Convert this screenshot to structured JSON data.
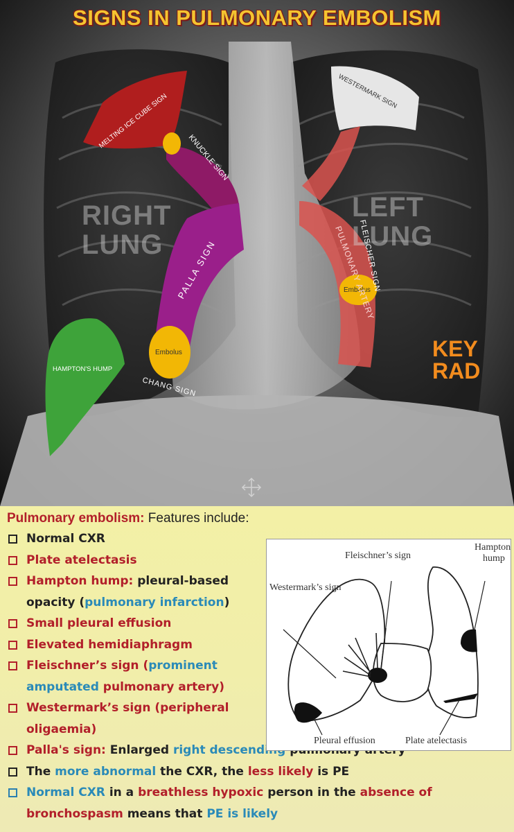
{
  "xray": {
    "title": "SIGNS IN PULMONARY EMBOLISM",
    "right_lung": [
      "RIGHT",
      "LUNG"
    ],
    "left_lung": [
      "LEFT",
      "LUNG"
    ],
    "labels": {
      "melting_ice_cube": "MELTING ICE CUBE SIGN",
      "knuckle": "KNUCKLE SIGN",
      "westermark": "WESTERMARK SIGN",
      "fleischer": "FLEISCHER SIGN",
      "pulmonary_artery": "PULMONARY ARTERY",
      "palla": "PALLA SIGN",
      "embolus_right": "Embolus",
      "embolus_left": "Embolus",
      "hamptons_hump": "HAMPTON'S HUMP",
      "chang": "CHANG SIGN"
    },
    "brand": [
      "KEY",
      "RAD"
    ],
    "colors": {
      "title": "#f4c430",
      "melting_ice_cube": "#b01e1e",
      "knuckle": "#8e1a66",
      "palla": "#9a1f8a",
      "westermark": "#e6e6e6",
      "fleischer": "#d9534f",
      "embolus": "#f2b705",
      "hampton": "#3ea33a",
      "brand": "#f28c1e"
    }
  },
  "notes": {
    "heading_highlight": "Pulmonary embolism:",
    "heading_rest": " Features include:",
    "items": [
      {
        "parts": [
          {
            "t": "Normal CXR",
            "c": "k"
          }
        ],
        "box": "dark"
      },
      {
        "parts": [
          {
            "t": "Plate atelectasis",
            "c": "r"
          }
        ],
        "box": "red"
      },
      {
        "parts": [
          {
            "t": "Hampton hump:",
            "c": "r"
          },
          {
            "t": " pleural-based opacity (",
            "c": "k"
          },
          {
            "t": "pulmonary infarction",
            "c": "b"
          },
          {
            "t": ")",
            "c": "k"
          }
        ],
        "box": "red",
        "narrow": true
      },
      {
        "parts": [
          {
            "t": "Small pleural effusion",
            "c": "r"
          }
        ],
        "box": "red"
      },
      {
        "parts": [
          {
            "t": "Elevated hemidiaphragm",
            "c": "r"
          }
        ],
        "box": "red"
      },
      {
        "parts": [
          {
            "t": "Fleischner’s sign (",
            "c": "r"
          },
          {
            "t": "prominent amputated",
            "c": "b"
          },
          {
            "t": " pulmonary artery)",
            "c": "r"
          }
        ],
        "box": "red",
        "narrow": true
      },
      {
        "parts": [
          {
            "t": "Westermark’s sign (peripheral oligaemia)",
            "c": "r"
          }
        ],
        "box": "red",
        "narrow": true
      },
      {
        "parts": [
          {
            "t": "Palla's sign:",
            "c": "r"
          },
          {
            "t": " Enlarged ",
            "c": "k"
          },
          {
            "t": "right descending",
            "c": "b"
          },
          {
            "t": " pulmonary artery",
            "c": "k"
          }
        ],
        "box": "red"
      },
      {
        "parts": [
          {
            "t": "The ",
            "c": "k"
          },
          {
            "t": "more abnormal",
            "c": "b"
          },
          {
            "t": " the CXR, the ",
            "c": "k"
          },
          {
            "t": "less likely",
            "c": "r"
          },
          {
            "t": " is PE",
            "c": "k"
          }
        ],
        "box": "dark"
      },
      {
        "parts": [
          {
            "t": "Normal CXR",
            "c": "b"
          },
          {
            "t": " in a ",
            "c": "k"
          },
          {
            "t": "breathless hypoxic",
            "c": "r"
          },
          {
            "t": " person in the ",
            "c": "k"
          },
          {
            "t": "absence of",
            "c": "r"
          },
          {
            "t": " ",
            "c": "k"
          },
          {
            "t": "bronchospasm",
            "c": "r"
          },
          {
            "t": " means that ",
            "c": "k"
          },
          {
            "t": "PE is likely",
            "c": "b"
          }
        ],
        "box": "blue"
      }
    ],
    "diagram": {
      "fleischner": "Fleischner’s sign",
      "hampton": "Hampton",
      "hump": "hump",
      "westermark": "Westermark’s sign",
      "pleural_effusion": "Pleural effusion",
      "plate_atelectasis": "Plate atelectasis"
    }
  }
}
